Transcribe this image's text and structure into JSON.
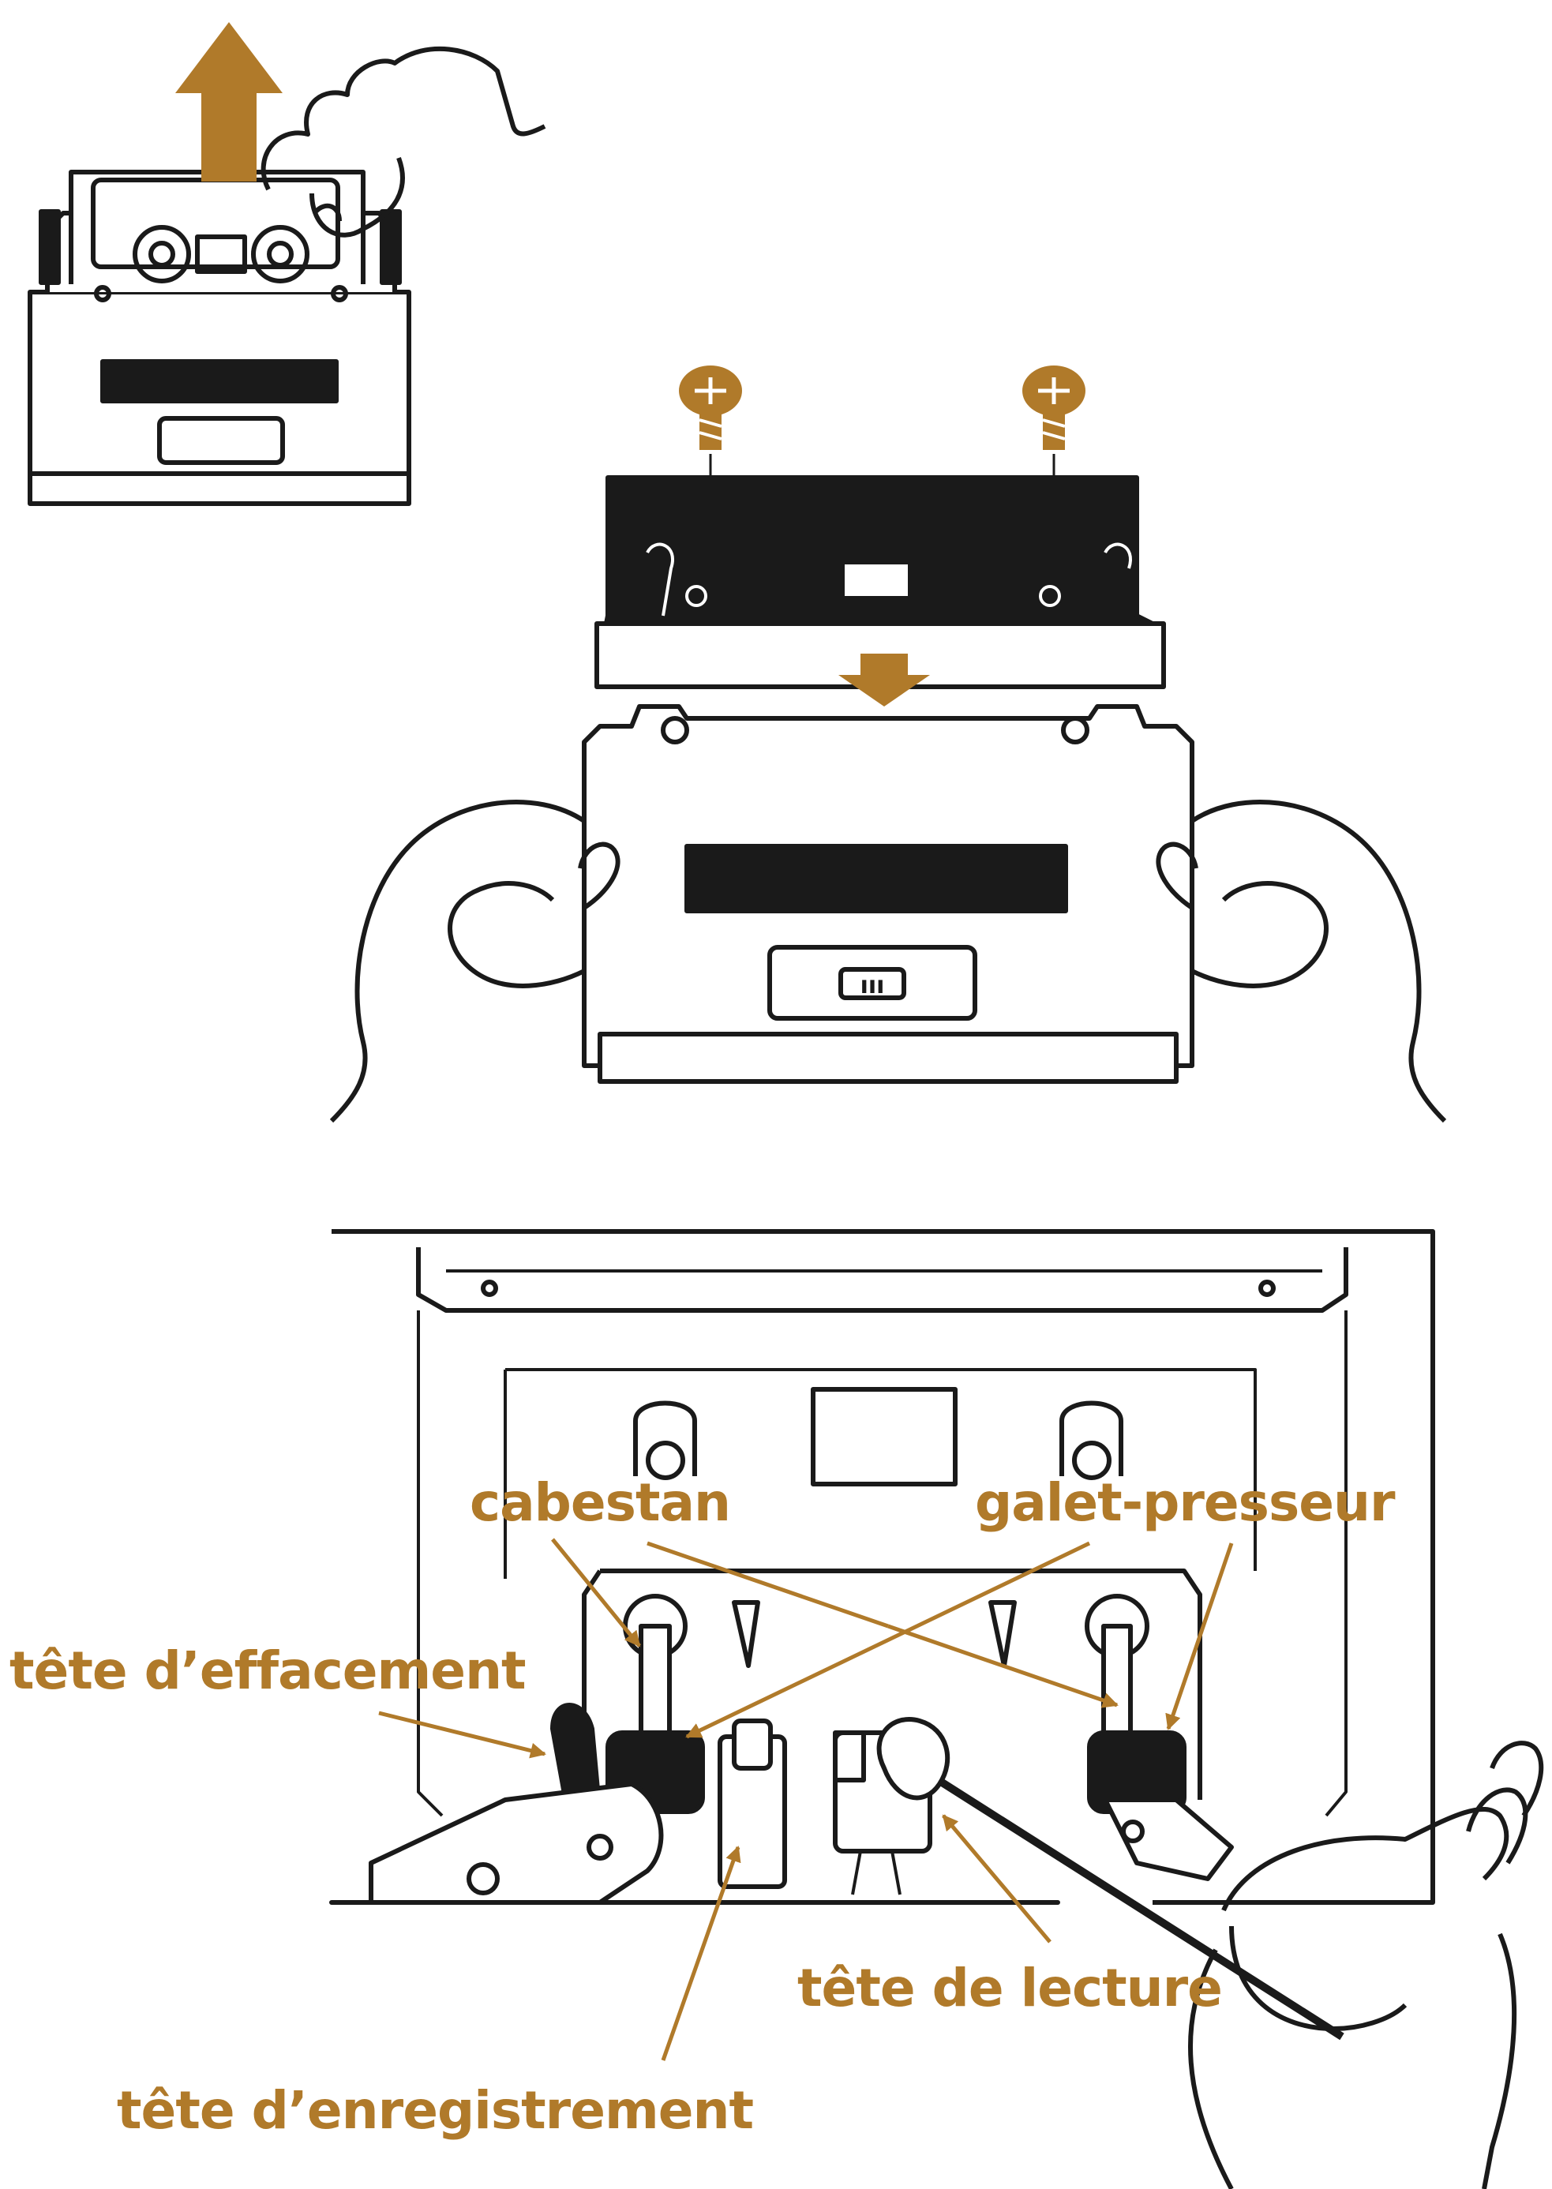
{
  "colors": {
    "accent": "#b07a2a",
    "ink": "#1a1a1a",
    "paper": "#ffffff"
  },
  "figures": [
    {
      "id": "cassette-removal",
      "icons": [
        "hand-icon",
        "up-arrow-icon",
        "cassette-icon",
        "cassette-deck-icon"
      ]
    },
    {
      "id": "cover-removal",
      "icons": [
        "screw-icon",
        "down-arrow-icon",
        "hands-icon",
        "deck-cover-icon"
      ]
    },
    {
      "id": "head-cleaning",
      "icons": [
        "deck-mechanism-icon",
        "cotton-swab-icon",
        "hand-icon"
      ]
    }
  ],
  "labels": {
    "cabestan": "cabestan",
    "galet_presseur": "galet-presseur",
    "tete_effacement": "tête d’effacement",
    "tete_lecture": "tête de lecture",
    "tete_enregistrement": "tête d’enregistrement"
  },
  "deck_badge": "ııı"
}
